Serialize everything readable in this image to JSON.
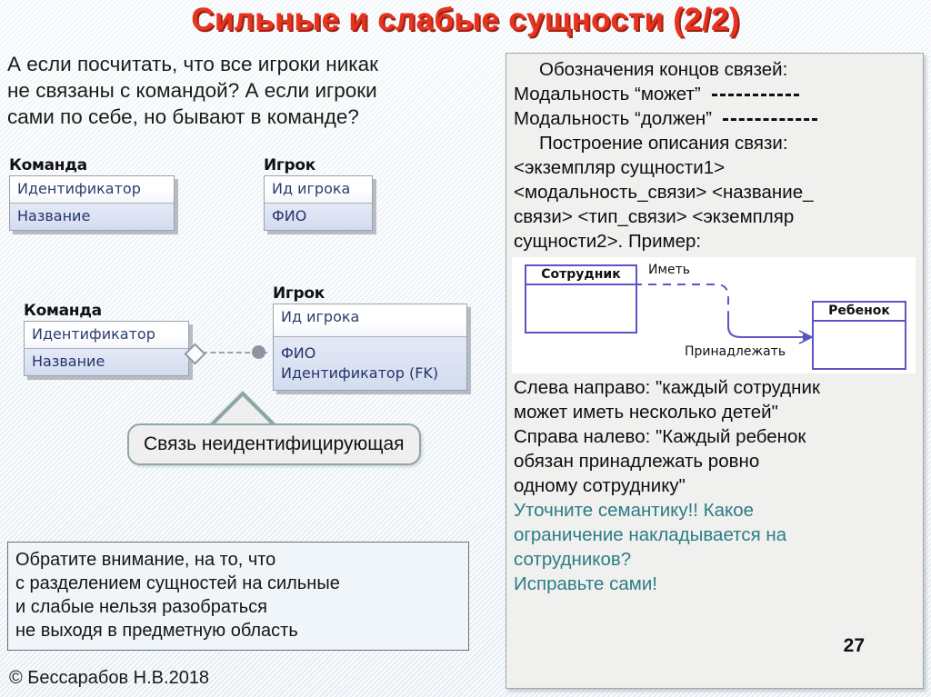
{
  "slide": {
    "title": "Сильные и слабые сущности (2/2)",
    "page_number": "27",
    "copyright": "© Бессарабов Н.В.2018",
    "title_color": "#e8331f",
    "title_shadow_color": "#9c2216",
    "accent_green": "#2d7d86",
    "entity_text_color": "#2c3c6e",
    "er_border_color": "#5b55c4"
  },
  "left": {
    "intro_lines": [
      "А если посчитать, что все игроки никак",
      "не связаны с командой? А если игроки",
      "сами по себе, но бывают в команде?"
    ],
    "diagram1": {
      "entities": [
        {
          "title": "Команда",
          "key_attrs": [
            "Идентификатор"
          ],
          "attrs": [
            "Название"
          ]
        },
        {
          "title": "Игрок",
          "key_attrs": [
            "Ид игрока"
          ],
          "attrs": [
            "ФИО"
          ]
        }
      ]
    },
    "diagram2": {
      "entities": [
        {
          "title": "Команда",
          "key_attrs": [
            "Идентификатор"
          ],
          "attrs": [
            "Название"
          ]
        },
        {
          "title": "Игрок",
          "key_attrs": [
            "Ид игрока"
          ],
          "attrs": [
            "ФИО",
            "Идентификатор (FK)"
          ]
        }
      ],
      "relationship_style": "dashed-line-open-diamond-filled-circle",
      "callout": "Связь неидентифицирующая"
    },
    "note_lines": [
      "Обратите внимание, на то, что",
      "с разделением сущностей на сильные",
      "и слабые нельзя разобраться",
      "не выходя в предметную область"
    ]
  },
  "right": {
    "heading1": "Обозначения концов связей:",
    "modality_may_label": "Модальность “может”",
    "modality_must_label": "Модальность “должен”",
    "heading2": "Построение описания связи:",
    "formula_lines": [
      "<экземпляр сущности1>",
      "<модальность_связи> <название_",
      "связи> <тип_связи> <экземпляр",
      "сущности2>.  Пример:"
    ],
    "er_example": {
      "left_entity": "Сотрудник",
      "right_entity": "Ребенок",
      "top_relation": "Иметь",
      "bottom_relation": "Принадлежать"
    },
    "reading_lines": [
      "Слева направо: \"каждый сотрудник",
      "может иметь несколько детей\"",
      "Справа налево: \"Каждый ребенок",
      "обязан принадлежать ровно",
      "одному сотруднику\""
    ],
    "task_lines": [
      "Уточните семантику!!  Какое",
      "ограничение накладывается на",
      "сотрудников?",
      "Исправьте сами!"
    ]
  }
}
